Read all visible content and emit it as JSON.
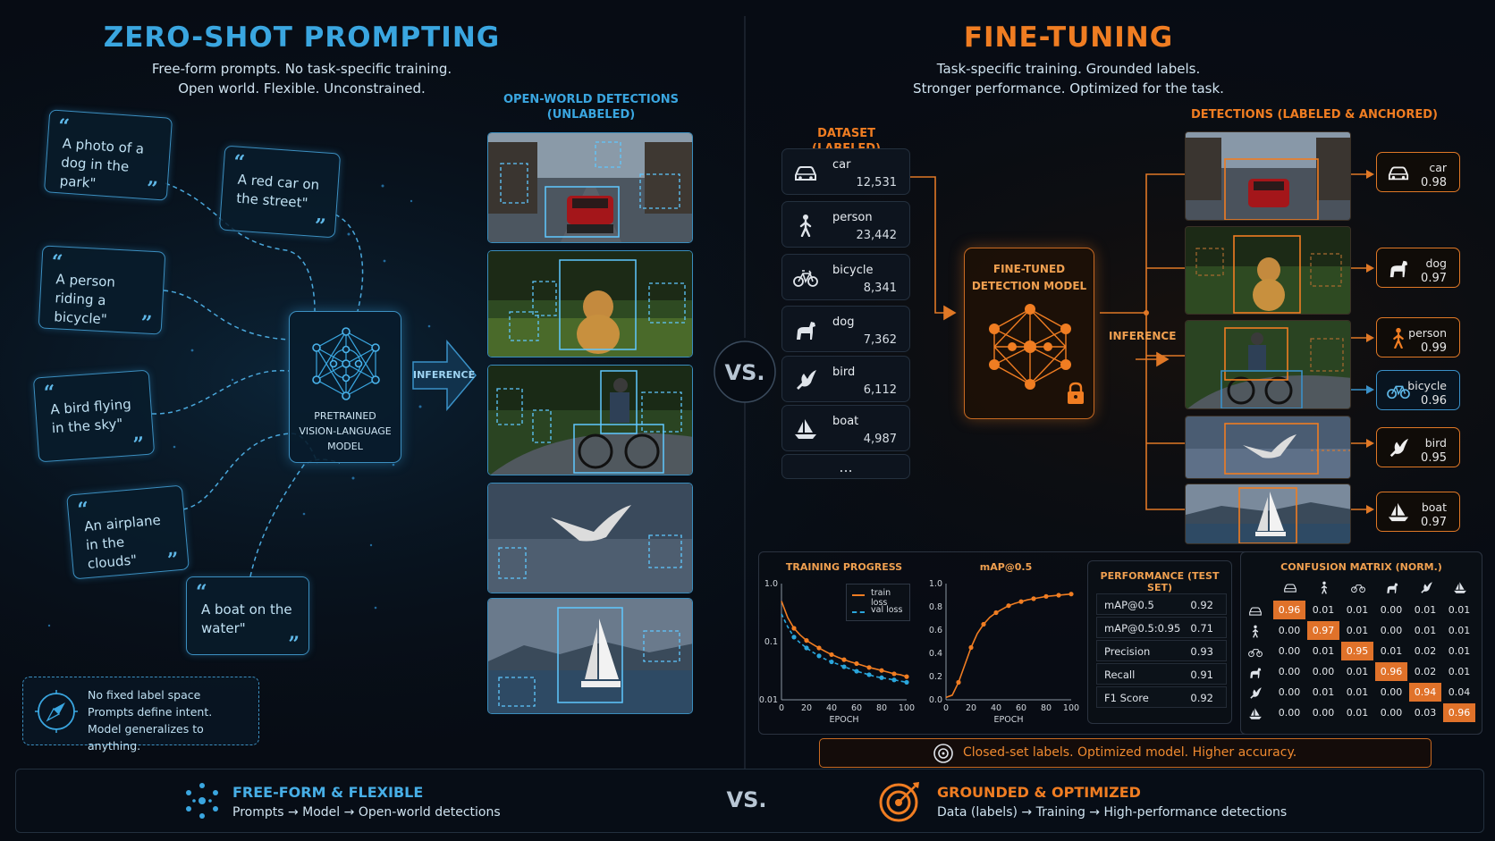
{
  "left": {
    "title": "ZERO-SHOT PROMPTING",
    "subtitle1": "Free-form prompts. No task-specific training.",
    "subtitle2": "Open world. Flexible. Unconstrained.",
    "prompts": [
      "A photo of a dog in the park\"",
      "A red car on the street\"",
      "A person riding a bicycle\"",
      "A bird flying in the sky\"",
      "An airplane in the clouds\"",
      "A boat on the water\""
    ],
    "model_line1": "PRETRAINED",
    "model_line2": "VISION-LANGUAGE",
    "model_line3": "MODEL",
    "inference": "INFERENCE",
    "detections_title1": "OPEN-WORLD DETECTIONS",
    "detections_title2": "(UNLABELED)",
    "note": [
      "No fixed label space",
      "Prompts define intent.",
      "Model generalizes to anything."
    ]
  },
  "vs": "VS.",
  "right": {
    "title": "FINE-TUNING",
    "subtitle1": "Task-specific training. Grounded labels.",
    "subtitle2": "Stronger performance. Optimized for the task.",
    "dataset_title": "DATASET (LABELED)",
    "dataset": [
      {
        "label": "car",
        "count": "12,531"
      },
      {
        "label": "person",
        "count": "23,442"
      },
      {
        "label": "bicycle",
        "count": "8,341"
      },
      {
        "label": "dog",
        "count": "7,362"
      },
      {
        "label": "bird",
        "count": "6,112"
      },
      {
        "label": "boat",
        "count": "4,987"
      }
    ],
    "dataset_more": "...",
    "model_line1": "FINE-TUNED",
    "model_line2": "DETECTION MODEL",
    "inference": "INFERENCE",
    "detections_title": "DETECTIONS (LABELED & ANCHORED)",
    "detections": [
      {
        "label": "car",
        "score": "0.98"
      },
      {
        "label": "dog",
        "score": "0.97"
      },
      {
        "label": "person",
        "score": "0.99"
      },
      {
        "label": "bicycle",
        "score": "0.96"
      },
      {
        "label": "bird",
        "score": "0.95"
      },
      {
        "label": "boat",
        "score": "0.97"
      }
    ],
    "banner": "Closed-set labels. Optimized model. Higher accuracy."
  },
  "training_chart": {
    "type": "line",
    "title": "TRAINING PROGRESS",
    "xlabel": "EPOCH",
    "yscale": "log",
    "ylim": [
      0.01,
      1.0
    ],
    "yticks": [
      "1.0",
      "0.1",
      "0.01"
    ],
    "xticks": [
      "0",
      "20",
      "40",
      "60",
      "80",
      "100"
    ],
    "series": [
      {
        "name": "train loss",
        "color": "#f07d22",
        "x": [
          0,
          5,
          10,
          15,
          20,
          25,
          30,
          35,
          40,
          45,
          50,
          55,
          60,
          65,
          70,
          75,
          80,
          85,
          90,
          95,
          100
        ],
        "values": [
          0.5,
          0.26,
          0.17,
          0.13,
          0.105,
          0.09,
          0.078,
          0.068,
          0.06,
          0.054,
          0.049,
          0.045,
          0.042,
          0.039,
          0.036,
          0.034,
          0.032,
          0.03,
          0.028,
          0.027,
          0.025
        ]
      },
      {
        "name": "val loss",
        "color": "#2aa6dc",
        "x": [
          0,
          5,
          10,
          15,
          20,
          25,
          30,
          35,
          40,
          45,
          50,
          55,
          60,
          65,
          70,
          75,
          80,
          85,
          90,
          95,
          100
        ],
        "values": [
          0.3,
          0.18,
          0.12,
          0.095,
          0.078,
          0.066,
          0.057,
          0.05,
          0.045,
          0.041,
          0.037,
          0.034,
          0.031,
          0.029,
          0.027,
          0.025,
          0.024,
          0.023,
          0.022,
          0.021,
          0.02
        ]
      }
    ]
  },
  "map_chart": {
    "type": "line",
    "title": "mAP@0.5",
    "xlabel": "EPOCH",
    "ylim": [
      0,
      1.0
    ],
    "yticks": [
      "1.0",
      "0.8",
      "0.6",
      "0.4",
      "0.2",
      "0.0"
    ],
    "xticks": [
      "0",
      "20",
      "40",
      "60",
      "80",
      "100"
    ],
    "series": [
      {
        "color": "#f07d22",
        "x": [
          0,
          5,
          10,
          15,
          20,
          25,
          30,
          35,
          40,
          45,
          50,
          55,
          60,
          65,
          70,
          75,
          80,
          85,
          90,
          95,
          100
        ],
        "values": [
          0.02,
          0.04,
          0.15,
          0.3,
          0.45,
          0.57,
          0.65,
          0.71,
          0.75,
          0.78,
          0.81,
          0.83,
          0.845,
          0.86,
          0.87,
          0.88,
          0.89,
          0.895,
          0.9,
          0.905,
          0.91
        ]
      }
    ]
  },
  "performance": {
    "title": "PERFORMANCE (TEST SET)",
    "rows": [
      {
        "metric": "mAP@0.5",
        "value": "0.92"
      },
      {
        "metric": "mAP@0.5:0.95",
        "value": "0.71"
      },
      {
        "metric": "Precision",
        "value": "0.93"
      },
      {
        "metric": "Recall",
        "value": "0.91"
      },
      {
        "metric": "F1 Score",
        "value": "0.92"
      }
    ]
  },
  "confusion": {
    "title": "CONFUSION MATRIX (NORM.)",
    "classes": [
      "car",
      "person",
      "bicycle",
      "dog",
      "bird",
      "boat"
    ],
    "matrix": [
      [
        "0.96",
        "0.01",
        "0.01",
        "0.00",
        "0.01",
        "0.01"
      ],
      [
        "0.00",
        "0.97",
        "0.01",
        "0.00",
        "0.01",
        "0.01"
      ],
      [
        "0.00",
        "0.01",
        "0.95",
        "0.01",
        "0.02",
        "0.01"
      ],
      [
        "0.00",
        "0.00",
        "0.01",
        "0.96",
        "0.02",
        "0.01"
      ],
      [
        "0.00",
        "0.01",
        "0.01",
        "0.00",
        "0.94",
        "0.04"
      ],
      [
        "0.00",
        "0.00",
        "0.01",
        "0.00",
        "0.03",
        "0.96"
      ]
    ]
  },
  "footer": {
    "left_title": "FREE-FORM & FLEXIBLE",
    "left_sub": "Prompts → Model → Open-world detections",
    "vs": "VS.",
    "right_title": "GROUNDED & OPTIMIZED",
    "right_sub": "Data (labels)  →  Training  →  High-performance detections"
  },
  "colors": {
    "blue": "#3aa6e0",
    "orange": "#f07d22"
  }
}
